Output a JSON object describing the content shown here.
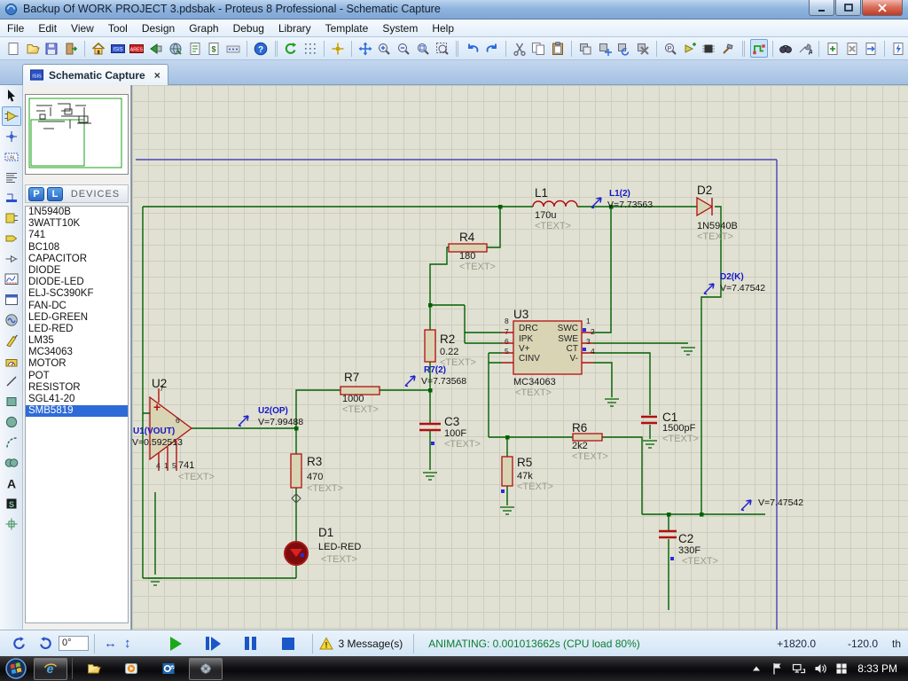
{
  "window": {
    "title": "Backup Of WORK PROJECT 3.pdsbak - Proteus 8 Professional - Schematic Capture",
    "controls": [
      "minimize",
      "maximize",
      "close"
    ]
  },
  "menu": [
    "File",
    "Edit",
    "View",
    "Tool",
    "Design",
    "Graph",
    "Debug",
    "Library",
    "Template",
    "System",
    "Help"
  ],
  "toolbar": {
    "items": [
      "new-project",
      "open-project",
      "save-project",
      "import-project",
      "|",
      "home",
      "schematic-capture",
      "pcb-layout",
      "component-view",
      "world",
      "design-explorer",
      "bill-of-materials",
      "system-info",
      "|",
      "help",
      "G",
      "redraw",
      "toggle-grid",
      "|",
      "origin",
      "|",
      "pan",
      "zoom-in",
      "zoom-out",
      "zoom-all",
      "zoom-area",
      "G",
      "undo",
      "redo",
      "|",
      "cut",
      "copy",
      "paste",
      "|",
      "block-copy",
      "block-move",
      "block-rotate",
      "block-delete",
      "|",
      "pick-parts",
      "make-device",
      "packaging-tool",
      "decompose",
      "G",
      "wire-autorouter",
      "|",
      "search-tag",
      "property-assignment",
      "|",
      "new-sheet",
      "remove-sheet",
      "goto-sheet",
      "|",
      "electrical-rules"
    ],
    "active": [
      "wire-autorouter"
    ]
  },
  "tab": {
    "label": "Schematic Capture",
    "close": "×"
  },
  "side_toolbar": {
    "items": [
      "selection-mode",
      "component-mode",
      "junction-dot-mode",
      "wire-label-mode",
      "text-script-mode",
      "bus-mode",
      "subcircuit-mode",
      "terminal-mode",
      "device-pin-mode",
      "graph-mode",
      "active-popup-mode",
      "generator-mode",
      "voltage-probe-mode",
      "current-probe-mode",
      "line-mode",
      "box-mode",
      "circle-mode",
      "arc-mode",
      "path-mode",
      "text-mode",
      "symbol-mode",
      "marker-mode"
    ],
    "active": "component-mode"
  },
  "devices_panel": {
    "pick_label": "P",
    "library_label": "L",
    "header": "DEVICES",
    "items": [
      "1N5940B",
      "3WATT10K",
      "741",
      "BC108",
      "CAPACITOR",
      "DIODE",
      "DIODE-LED",
      "ELJ-SC390KF",
      "FAN-DC",
      "LED-GREEN",
      "LED-RED",
      "LM35",
      "MC34063",
      "MOTOR",
      "POT",
      "RESISTOR",
      "SGL41-20",
      "SMB5819"
    ],
    "selected_index": 17
  },
  "schematic": {
    "labels": [
      [
        "U2",
        22,
        330,
        "ref"
      ],
      [
        "R7",
        239,
        323,
        "ref"
      ],
      [
        "R3",
        197,
        418,
        "ref"
      ],
      [
        "D1",
        210,
        498,
        "ref"
      ],
      [
        "R2",
        347,
        280,
        "ref"
      ],
      [
        "R4",
        369,
        165,
        "ref"
      ],
      [
        "L1",
        454,
        115,
        "ref"
      ],
      [
        "D2",
        637,
        112,
        "ref"
      ],
      [
        "U3",
        430,
        252,
        "ref"
      ],
      [
        "C3",
        352,
        373,
        "ref"
      ],
      [
        "R5",
        434,
        419,
        "ref"
      ],
      [
        "R6",
        496,
        380,
        "ref"
      ],
      [
        "C1",
        598,
        368,
        "ref"
      ],
      [
        "C2",
        616,
        505,
        "ref"
      ],
      [
        "741",
        52,
        424,
        "val"
      ],
      [
        "1000",
        237,
        349,
        "val"
      ],
      [
        "470",
        197,
        437,
        "val"
      ],
      [
        "LED-RED",
        210,
        516,
        "val"
      ],
      [
        "0.22",
        347,
        296,
        "val"
      ],
      [
        "180",
        369,
        188,
        "val"
      ],
      [
        "170u",
        454,
        142,
        "val"
      ],
      [
        "1N5940B",
        637,
        154,
        "val"
      ],
      [
        "MC34063",
        430,
        330,
        "val"
      ],
      [
        "100F",
        352,
        388,
        "val"
      ],
      [
        "47k",
        434,
        436,
        "val"
      ],
      [
        "2k2",
        496,
        402,
        "val"
      ],
      [
        "1500pF",
        598,
        382,
        "val"
      ],
      [
        "330F",
        616,
        520,
        "val"
      ],
      [
        "<TEXT>",
        52,
        437,
        "ph"
      ],
      [
        "<TEXT>",
        237,
        361,
        "ph"
      ],
      [
        "<TEXT>",
        197,
        450,
        "ph"
      ],
      [
        "<TEXT>",
        213,
        530,
        "ph"
      ],
      [
        "<TEXT>",
        347,
        308,
        "ph"
      ],
      [
        "<TEXT>",
        369,
        200,
        "ph"
      ],
      [
        "<TEXT>",
        454,
        154,
        "ph"
      ],
      [
        "<TEXT>",
        637,
        166,
        "ph"
      ],
      [
        "<TEXT>",
        432,
        342,
        "ph"
      ],
      [
        "<TEXT>",
        352,
        400,
        "ph"
      ],
      [
        "<TEXT>",
        434,
        448,
        "ph"
      ],
      [
        "<TEXT>",
        496,
        414,
        "ph"
      ],
      [
        "<TEXT>",
        598,
        394,
        "ph"
      ],
      [
        "<TEXT>",
        620,
        532,
        "ph"
      ],
      [
        "8",
        420,
        262,
        "pn"
      ],
      [
        "7",
        420,
        274,
        "pn"
      ],
      [
        "6",
        420,
        285,
        "pn"
      ],
      [
        "5",
        420,
        296,
        "pn"
      ],
      [
        "1",
        512,
        262,
        "pn"
      ],
      [
        "2",
        517,
        274,
        "pn"
      ],
      [
        "3",
        512,
        285,
        "pn"
      ],
      [
        "4",
        517,
        296,
        "pn"
      ],
      [
        "7",
        31,
        338,
        "pn"
      ],
      [
        "6",
        49,
        374,
        "pn"
      ],
      [
        "4",
        27,
        425,
        "pn"
      ],
      [
        "1",
        36,
        425,
        "pn"
      ],
      [
        "5",
        45,
        425,
        "pn"
      ],
      [
        "DRC",
        436,
        270,
        "pm"
      ],
      [
        "IPK",
        436,
        282,
        "pm"
      ],
      [
        "V+",
        436,
        293,
        "pm"
      ],
      [
        "CINV",
        436,
        304,
        "pm"
      ],
      [
        "SWC",
        473,
        270,
        "pmr"
      ],
      [
        "SWE",
        473,
        282,
        "pmr"
      ],
      [
        "CT",
        473,
        293,
        "pmr"
      ],
      [
        "V-",
        473,
        304,
        "pmr"
      ],
      [
        "U1(VOUT)",
        1,
        386,
        "pr"
      ],
      [
        "U2(OP)",
        142,
        363,
        "pr"
      ],
      [
        "R7(2)",
        329,
        317,
        "pr"
      ],
      [
        "L1(2)",
        538,
        118,
        "pr"
      ],
      [
        "D2(K)",
        663,
        212,
        "pr"
      ],
      [
        "V=0.592513",
        0,
        398,
        "pv"
      ],
      [
        "V=7.99488",
        142,
        375,
        "pv"
      ],
      [
        "V=7.73568",
        326,
        329,
        "pv"
      ],
      [
        "V=7.73563",
        536,
        130,
        "pv"
      ],
      [
        "V=7.47542",
        663,
        224,
        "pv"
      ],
      [
        "V=7.47542",
        706,
        466,
        "pv"
      ],
      [
        "+",
        24,
        356,
        "plus"
      ]
    ],
    "colors": {
      "wire": "#006000",
      "component": "#b01010",
      "probe": "#2222cc",
      "sheet_border": "#2828b4",
      "fill": "#d8d4b4"
    }
  },
  "status_bar": {
    "rotation": "0°",
    "messages": "3 Message(s)",
    "sim_status": "ANIMATING: 0.001013662s (CPU load 80%)",
    "coord_x": "+1820.0",
    "coord_y": "-120.0",
    "coord_units": "th"
  },
  "taskbar": {
    "buttons": [
      "start",
      "internet-explorer",
      "|",
      "file-explorer",
      "media-player",
      "outlook",
      "proteus-window"
    ],
    "pressed": [
      "internet-explorer",
      "proteus-window"
    ],
    "tray": [
      "tray-expand",
      "action-center",
      "network",
      "volume",
      "windows-update"
    ],
    "clock": "8:33 PM"
  }
}
